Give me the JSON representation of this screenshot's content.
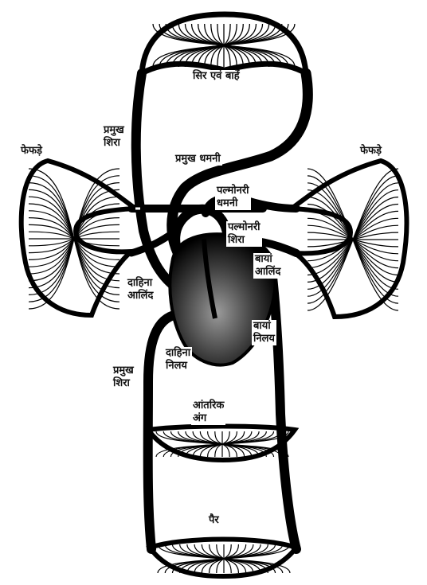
{
  "labels": {
    "head_arms": "सिर एवं बाहें",
    "lungs_left": "फेफड़े",
    "lungs_right": "फेफड़े",
    "vein_upper": [
      "प्रमुख",
      "शिरा"
    ],
    "main_artery": "प्रमुख धमनी",
    "pulmonary_artery": [
      "पल्मोनरी",
      "धमनी"
    ],
    "pulmonary_vein": [
      "पल्मोनरी",
      "शिरा"
    ],
    "left_atrium": [
      "बायां",
      "आलिंद"
    ],
    "right_atrium": [
      "दाहिना",
      "आलिंद"
    ],
    "left_ventricle": [
      "बायां",
      "निलय"
    ],
    "right_ventricle": [
      "दाहिना",
      "निलय"
    ],
    "vein_lower": [
      "प्रमुख",
      "शिरा"
    ],
    "internal_organs": [
      "आंतरिक",
      "अंग"
    ],
    "legs": "पैर"
  },
  "colors": {
    "vessel": "#000000",
    "heart_shade": "#8a8a8a",
    "background": "#ffffff"
  }
}
